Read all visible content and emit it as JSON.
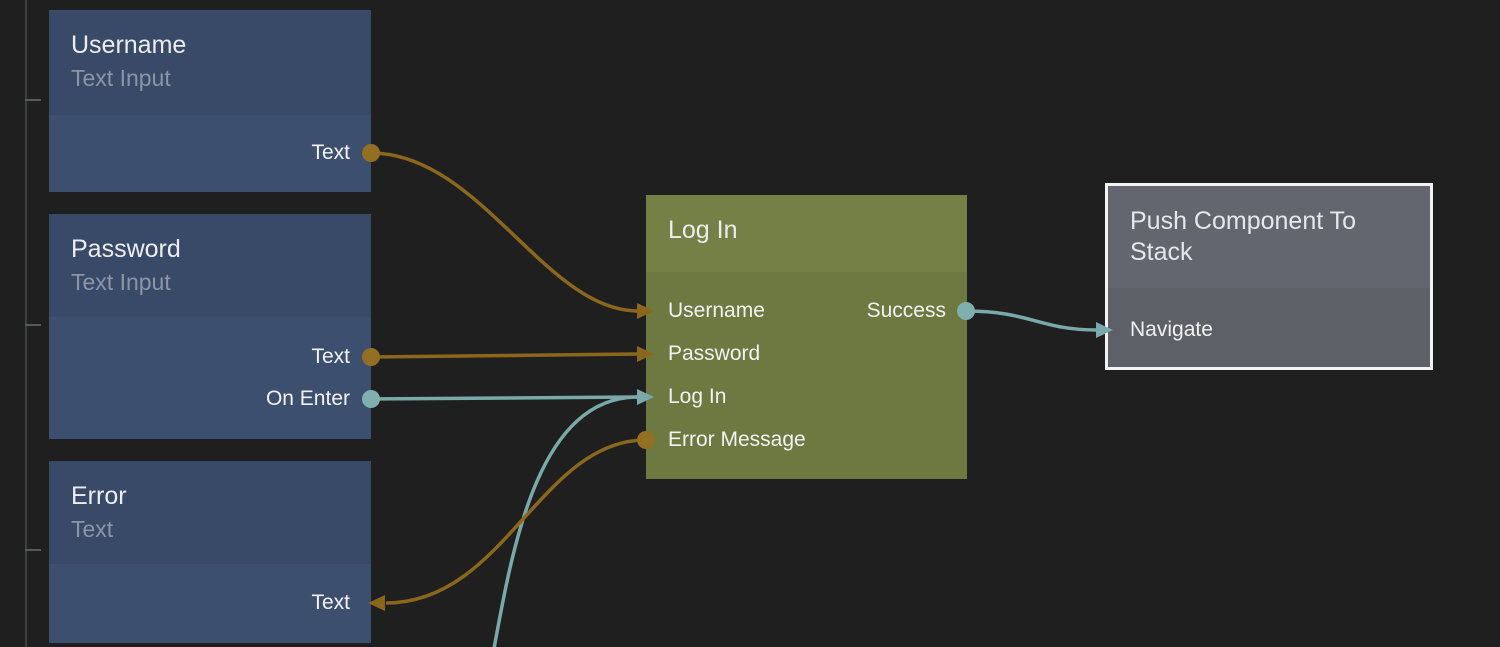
{
  "canvas": {
    "background": "#201f1f"
  },
  "colors": {
    "bg": "#201f1f",
    "blue_header": "#394a68",
    "blue_body": "#3d4f6f",
    "green_header": "#748045",
    "green_body": "#6d7940",
    "gray_header": "#64666f",
    "gray_body": "#5d6066",
    "wire_orange": "#8a671d",
    "wire_teal": "#79a9a8",
    "port_orange": "#926f22",
    "port_teal": "#7fb0af",
    "title": "#eceded",
    "subtitle": "#8b95a7",
    "port_label": "#f2f2f2",
    "edge_line": "#3d3f41",
    "edge_tick": "#56595d",
    "select": "#f2f3f3"
  },
  "nodes": {
    "username": {
      "title": "Username",
      "subtitle": "Text Input",
      "ports": {
        "text": {
          "label": "Text",
          "direction": "output",
          "color": "#926f22"
        }
      }
    },
    "password": {
      "title": "Password",
      "subtitle": "Text Input",
      "ports": {
        "text": {
          "label": "Text",
          "direction": "output",
          "color": "#926f22"
        },
        "on_enter": {
          "label": "On Enter",
          "direction": "output",
          "color": "#7fb0af"
        }
      }
    },
    "error": {
      "title": "Error",
      "subtitle": "Text",
      "ports": {
        "text": {
          "label": "Text",
          "direction": "input",
          "color": "#926f22"
        }
      }
    },
    "login": {
      "title": "Log In",
      "ports": {
        "username": {
          "label": "Username",
          "direction": "input",
          "color": "#926f22"
        },
        "password": {
          "label": "Password",
          "direction": "input",
          "color": "#926f22"
        },
        "log_in": {
          "label": "Log In",
          "direction": "input",
          "color": "#7fb0af"
        },
        "error_message": {
          "label": "Error Message",
          "direction": "output",
          "color": "#926f22"
        },
        "success": {
          "label": "Success",
          "direction": "output",
          "color": "#7fb0af"
        }
      }
    },
    "push": {
      "title": "Push Component To Stack",
      "selected": true,
      "ports": {
        "navigate": {
          "label": "Navigate",
          "direction": "input",
          "color": "#7fb0af"
        }
      }
    }
  },
  "connections": [
    {
      "from": "Username.Text",
      "to": "Log In.Username",
      "color": "#8a671d"
    },
    {
      "from": "Password.Text",
      "to": "Log In.Password",
      "color": "#8a671d"
    },
    {
      "from": "Password.On Enter",
      "to": "Log In.Log In",
      "color": "#79a9a8"
    },
    {
      "from": "(offscreen below)",
      "to": "Log In.Log In",
      "color": "#79a9a8"
    },
    {
      "from": "Log In.Error Message",
      "to": "Error.Text",
      "color": "#8a671d"
    },
    {
      "from": "Log In.Success",
      "to": "Push Component To Stack.Navigate",
      "color": "#79a9a8"
    }
  ]
}
